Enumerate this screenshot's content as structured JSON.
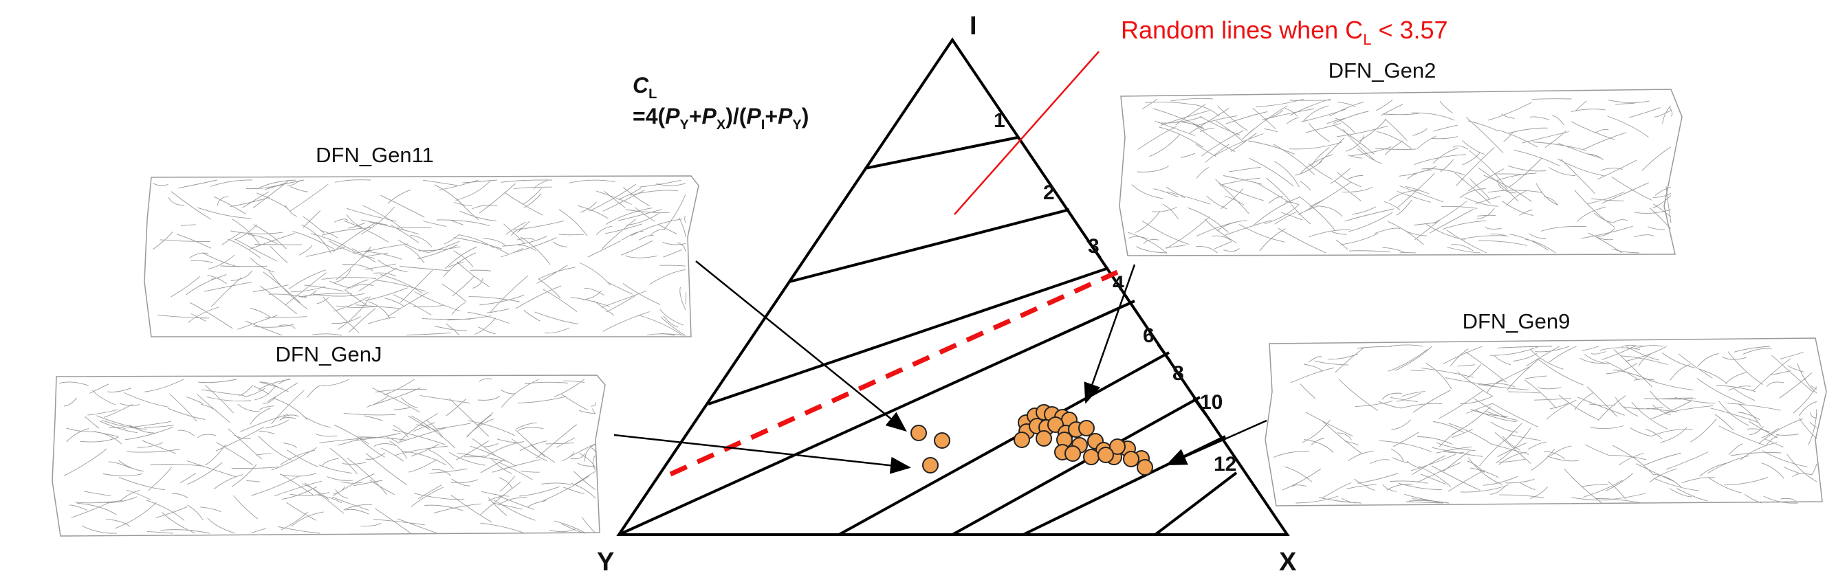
{
  "ternary": {
    "vertex_top": "I",
    "vertex_left": "Y",
    "vertex_right": "X",
    "formula": {
      "c": "C",
      "c_sub": "L",
      "eq_a": "=4(",
      "p1": "P",
      "p1_sub": "Y",
      "plus1": "+",
      "p2": "P",
      "p2_sub": "X",
      "mid": ")/(",
      "p3": "P",
      "p3_sub": "I",
      "plus2": "+",
      "p4": "P",
      "p4_sub": "Y",
      "close": ")"
    },
    "contours": [
      {
        "label": "1",
        "value": 1
      },
      {
        "label": "2",
        "value": 2
      },
      {
        "label": "3",
        "value": 3
      },
      {
        "label": "4",
        "value": 4
      },
      {
        "label": "6",
        "value": 6
      },
      {
        "label": "8",
        "value": 8
      },
      {
        "label": "10",
        "value": 10
      },
      {
        "label": "12",
        "value": 12
      }
    ],
    "threshold": {
      "value": 3.57,
      "label_prefix": "Random lines when C",
      "label_sub": "L",
      "label_suffix": " < 3.57",
      "color": "#ee1111"
    },
    "point_color": "#f0a050",
    "point_stroke": "#222222"
  },
  "panels": {
    "gen11": "DFN_Gen11",
    "genj": "DFN_GenJ",
    "gen2": "DFN_Gen2",
    "gen9": "DFN_Gen9"
  }
}
